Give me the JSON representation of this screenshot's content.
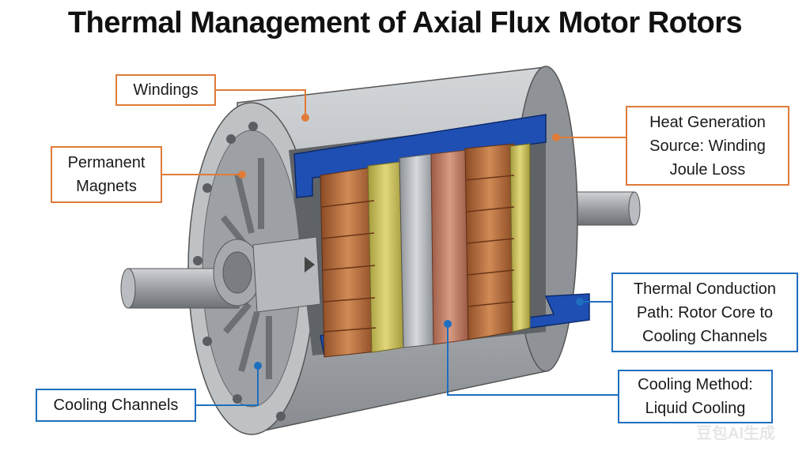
{
  "title": "Thermal Management of Axial Flux Motor Rotors",
  "labels": {
    "windings": "Windings",
    "permanent_magnets": "Permanent\nMagnets",
    "heat_generation": "Heat Generation\nSource: Winding\nJoule Loss",
    "thermal_conduction": "Thermal Conduction\nPath: Rotor Core to\nCooling Channels",
    "cooling_channels": "Cooling Channels",
    "cooling_method": "Cooling Method:\nLiquid Cooling"
  },
  "watermark": "豆包AI生成",
  "colors": {
    "orange_callout": "#e07b39",
    "blue_callout": "#1e6fbf",
    "housing_gray": "#a9adb1",
    "cooling_blue": "#1f4fb3",
    "copper": "#b8693a",
    "yellow_disc": "#c9bf55"
  }
}
